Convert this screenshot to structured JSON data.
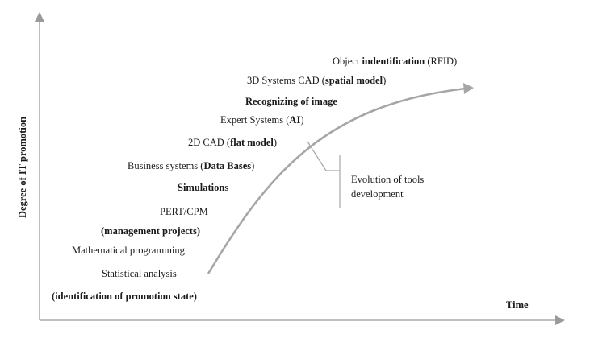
{
  "axes": {
    "y_label": "Degree of IT promotion",
    "x_label": "Time"
  },
  "callout": {
    "line1": "Evolution of tools",
    "line2": "development"
  },
  "labels": [
    {
      "parts": [
        {
          "text": "(identification of promotion state)",
          "bold": true
        }
      ]
    },
    {
      "parts": [
        {
          "text": "Statistical analysis",
          "bold": false
        }
      ]
    },
    {
      "parts": [
        {
          "text": "Mathematical programming",
          "bold": false
        }
      ]
    },
    {
      "parts": [
        {
          "text": "(management projects)",
          "bold": true
        }
      ]
    },
    {
      "parts": [
        {
          "text": "PERT/CPM",
          "bold": false
        }
      ]
    },
    {
      "parts": [
        {
          "text": "Simulations",
          "bold": true
        }
      ]
    },
    {
      "parts": [
        {
          "text": "Business systems (",
          "bold": false
        },
        {
          "text": "Data Bases",
          "bold": true
        },
        {
          "text": ")",
          "bold": false
        }
      ]
    },
    {
      "parts": [
        {
          "text": "2D CAD (",
          "bold": false
        },
        {
          "text": "flat model",
          "bold": true
        },
        {
          "text": ")",
          "bold": false
        }
      ]
    },
    {
      "parts": [
        {
          "text": "Expert Systems (",
          "bold": false
        },
        {
          "text": "AI",
          "bold": true
        },
        {
          "text": ")",
          "bold": false
        }
      ]
    },
    {
      "parts": [
        {
          "text": "Recognizing of image",
          "bold": true
        }
      ]
    },
    {
      "parts": [
        {
          "text": "3D Systems CAD (",
          "bold": false
        },
        {
          "text": "spatial model",
          "bold": true
        },
        {
          "text": ")",
          "bold": false
        }
      ]
    },
    {
      "parts": [
        {
          "text": "Object ",
          "bold": false
        },
        {
          "text": "indentification",
          "bold": true
        },
        {
          "text": " (RFID)",
          "bold": false
        }
      ]
    }
  ],
  "colors": {
    "axis": "#9a9a9a",
    "curve": "#a6a6a6",
    "callout_line": "#a6a6a6",
    "text": "#1a1a1a"
  }
}
